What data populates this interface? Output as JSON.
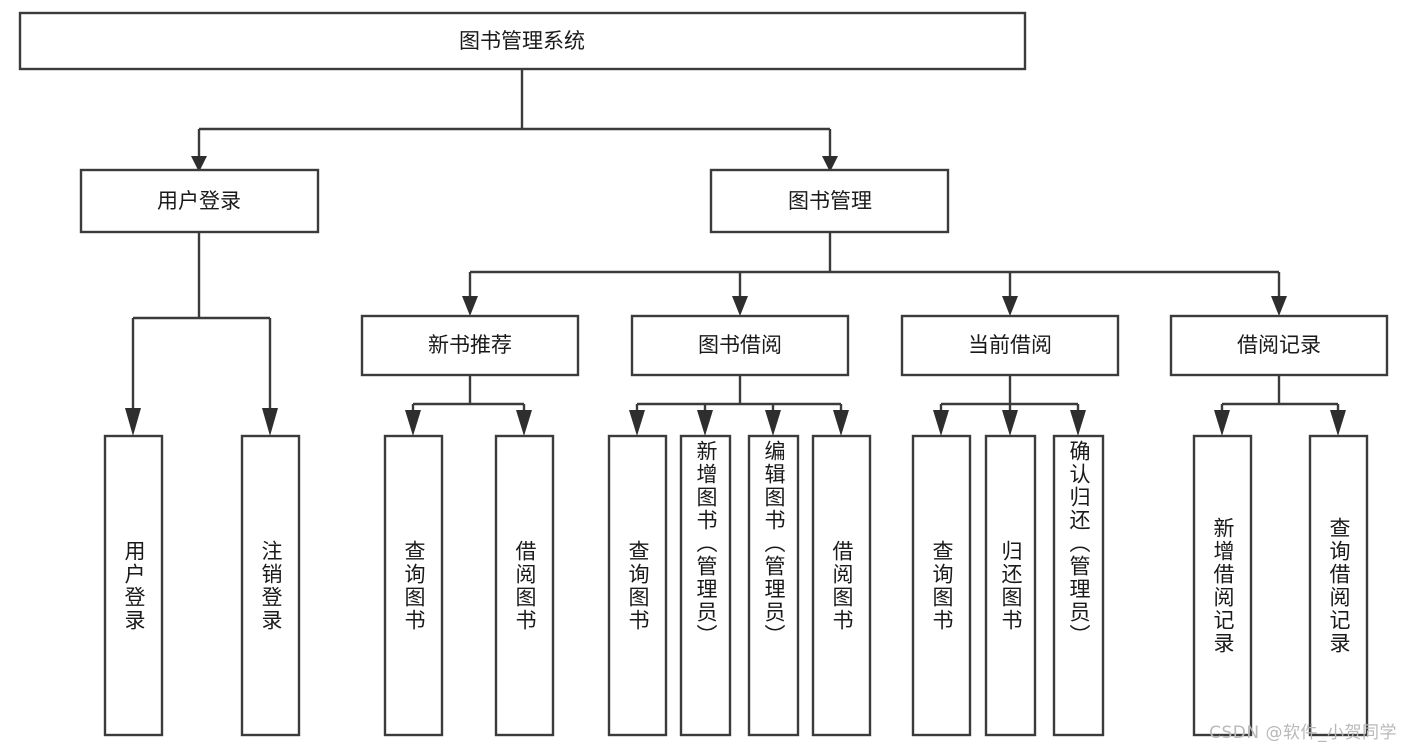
{
  "diagram": {
    "type": "tree-hierarchy",
    "title": "图书管理系统",
    "watermark": "CSDN @软件_小贺同学",
    "colors": {
      "background": "#ffffff",
      "box_stroke": "#3b3b3b",
      "box_fill": "#ffffff",
      "connector": "#3b3b3b",
      "text": "#1a1a1a",
      "watermark": "#b9b9b9"
    },
    "levels": {
      "root": {
        "label": "图书管理系统",
        "orientation": "horizontal"
      },
      "level2": [
        {
          "label": "用户登录",
          "orientation": "horizontal"
        },
        {
          "label": "图书管理",
          "orientation": "horizontal"
        }
      ],
      "level3": [
        {
          "label": "新书推荐",
          "orientation": "horizontal",
          "parent": "图书管理"
        },
        {
          "label": "图书借阅",
          "orientation": "horizontal",
          "parent": "图书管理"
        },
        {
          "label": "当前借阅",
          "orientation": "horizontal",
          "parent": "图书管理"
        },
        {
          "label": "借阅记录",
          "orientation": "horizontal",
          "parent": "图书管理"
        }
      ],
      "leaves": [
        {
          "label": "用户登录",
          "orientation": "vertical",
          "parent": "用户登录"
        },
        {
          "label": "注销登录",
          "orientation": "vertical",
          "parent": "用户登录"
        },
        {
          "label": "查询图书",
          "orientation": "vertical",
          "parent": "新书推荐"
        },
        {
          "label": "借阅图书",
          "orientation": "vertical",
          "parent": "新书推荐"
        },
        {
          "label": "查询图书",
          "orientation": "vertical",
          "parent": "图书借阅"
        },
        {
          "label": "新增图书（管理员）",
          "orientation": "vertical",
          "parent": "图书借阅"
        },
        {
          "label": "编辑图书（管理员）",
          "orientation": "vertical",
          "parent": "图书借阅"
        },
        {
          "label": "借阅图书",
          "orientation": "vertical",
          "parent": "图书借阅"
        },
        {
          "label": "查询图书",
          "orientation": "vertical",
          "parent": "当前借阅"
        },
        {
          "label": "归还图书",
          "orientation": "vertical",
          "parent": "当前借阅"
        },
        {
          "label": "确认归还（管理员）",
          "orientation": "vertical",
          "parent": "当前借阅"
        },
        {
          "label": "新增借阅记录",
          "orientation": "vertical",
          "parent": "借阅记录"
        },
        {
          "label": "查询借阅记录",
          "orientation": "vertical",
          "parent": "借阅记录"
        }
      ]
    }
  }
}
